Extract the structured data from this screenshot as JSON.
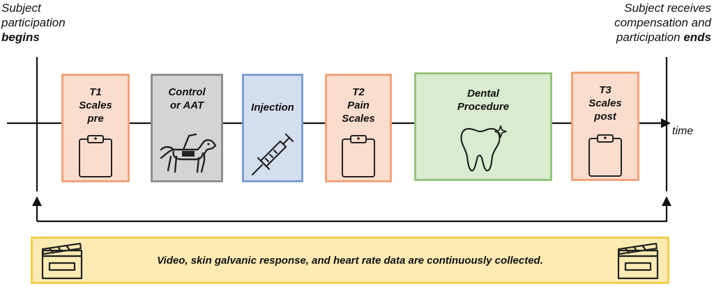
{
  "start_note": {
    "line1": "Subject",
    "line2": "participation",
    "line3": "begins"
  },
  "end_note": {
    "line1": "Subject receives",
    "line2": "compensation and",
    "line3_plain": "participation ",
    "line3_bold": "ends"
  },
  "timeline": {
    "axis_label": "time"
  },
  "steps": [
    {
      "label": "T1\nScales\npre",
      "icon": "clipboard-icon",
      "color": "#f2a27a"
    },
    {
      "label": "Control\nor AAT",
      "icon": "service-dog-icon",
      "color": "#8e8e8e"
    },
    {
      "label": "Injection",
      "icon": "syringe-icon",
      "color": "#7b9ed1"
    },
    {
      "label": "T2\nPain\nScales",
      "icon": "clipboard-icon",
      "color": "#f2a27a"
    },
    {
      "label": "Dental\nProcedure",
      "icon": "tooth-icon",
      "color": "#93c47d"
    },
    {
      "label": "T3\nScales\npost",
      "icon": "clipboard-icon",
      "color": "#f2a27a"
    }
  ],
  "banner": {
    "text": "Video, skin galvanic response, and heart rate data are continuously collected.",
    "icon": "clapperboard-icon",
    "color": "#f2cf4c"
  }
}
